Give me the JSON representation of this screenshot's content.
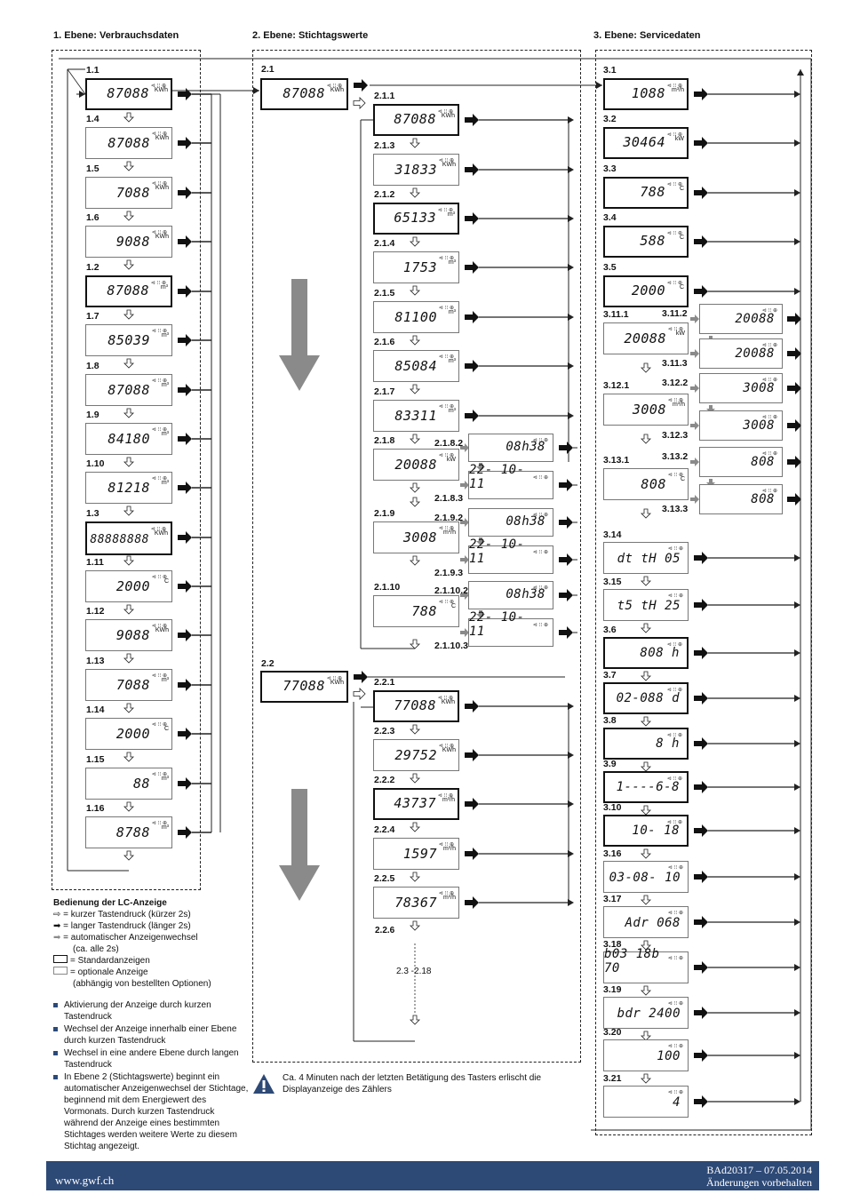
{
  "headers": {
    "level1": "1. Ebene: Verbrauchsdaten",
    "level2": "2. Ebene: Stichtagswerte",
    "level3": "3. Ebene: Servicedaten"
  },
  "level1": [
    {
      "id": "1.1",
      "value": "87088",
      "unit": "KWh",
      "std": true
    },
    {
      "id": "1.4",
      "value": "87088",
      "unit": "KWh",
      "std": false
    },
    {
      "id": "1.5",
      "value": "7088",
      "unit": "KWh",
      "std": false
    },
    {
      "id": "1.6",
      "value": "9088",
      "unit": "KWh",
      "std": false
    },
    {
      "id": "1.2",
      "value": "87088",
      "unit": "m³",
      "std": true
    },
    {
      "id": "1.7",
      "value": "85039",
      "unit": "m³",
      "std": false
    },
    {
      "id": "1.8",
      "value": "87088",
      "unit": "m³",
      "std": false
    },
    {
      "id": "1.9",
      "value": "84180",
      "unit": "m³",
      "std": false
    },
    {
      "id": "1.10",
      "value": "81218",
      "unit": "m³",
      "std": false
    },
    {
      "id": "1.3",
      "value": "88888888",
      "unit": "KWh",
      "std": true
    },
    {
      "id": "1.11",
      "value": "2000",
      "unit": "C",
      "std": false
    },
    {
      "id": "1.12",
      "value": "9088",
      "unit": "KWh",
      "std": false
    },
    {
      "id": "1.13",
      "value": "7088",
      "unit": "m³",
      "std": false
    },
    {
      "id": "1.14",
      "value": "2000",
      "unit": "C",
      "std": false
    },
    {
      "id": "1.15",
      "value": "88",
      "unit": "m³",
      "std": false
    },
    {
      "id": "1.16",
      "value": "8788",
      "unit": "m³",
      "std": false
    }
  ],
  "level2a": {
    "id": "2.1",
    "value": "87088",
    "unit": "KWh"
  },
  "level2a_items": [
    {
      "id": "2.1.1",
      "value": "87088",
      "unit": "KWh",
      "std": true
    },
    {
      "id": "2.1.3",
      "value": "31833",
      "unit": "KWh",
      "std": false
    },
    {
      "id": "2.1.2",
      "value": "65133",
      "unit": "m³",
      "std": true
    },
    {
      "id": "2.1.4",
      "value": "1753",
      "unit": "m³",
      "std": false
    },
    {
      "id": "2.1.5",
      "value": "81100",
      "unit": "m³",
      "std": false
    },
    {
      "id": "2.1.6",
      "value": "85084",
      "unit": "m³",
      "std": false
    },
    {
      "id": "2.1.7",
      "value": "83311",
      "unit": "m³",
      "std": false
    },
    {
      "id": "2.1.8",
      "value": "20088",
      "unit": "kW",
      "std": false
    },
    {
      "id": "2.1.9",
      "value": "3008",
      "unit": "m³/h",
      "std": false
    },
    {
      "id": "2.1.10",
      "value": "788",
      "unit": "C",
      "std": false
    }
  ],
  "level2a_sub": [
    {
      "id": "2.1.8.2",
      "value": "08h38"
    },
    {
      "id": "2.1.8.3",
      "value": "22- 10- 11"
    },
    {
      "id": "2.1.9.2",
      "value": "08h38"
    },
    {
      "id": "2.1.9.3",
      "value": "22- 10- 11"
    },
    {
      "id": "2.1.10.2",
      "value": "08h38"
    },
    {
      "id": "2.1.10.3",
      "value": "22- 10- 11"
    }
  ],
  "level2b": {
    "id": "2.2",
    "value": "77088",
    "unit": "KWh"
  },
  "level2b_items": [
    {
      "id": "2.2.1",
      "value": "77088",
      "unit": "KWh",
      "std": true
    },
    {
      "id": "2.2.3",
      "value": "29752",
      "unit": "KWh",
      "std": false
    },
    {
      "id": "2.2.2",
      "value": "43737",
      "unit": "m³/h",
      "std": true
    },
    {
      "id": "2.2.4",
      "value": "1597",
      "unit": "m³/h",
      "std": false
    },
    {
      "id": "2.2.5",
      "value": "78367",
      "unit": "m³/h",
      "std": false
    }
  ],
  "label_226": "2.2.6",
  "label_range": "2.3 -2.18",
  "level3": [
    {
      "id": "3.1",
      "value": "1088",
      "unit": "m³/h",
      "std": true
    },
    {
      "id": "3.2",
      "value": "30464",
      "unit": "kW",
      "std": true
    },
    {
      "id": "3.3",
      "value": "788",
      "unit": "C",
      "std": true
    },
    {
      "id": "3.4",
      "value": "588",
      "unit": "C",
      "std": true
    },
    {
      "id": "3.5",
      "value": "2000",
      "unit": "C",
      "std": true
    }
  ],
  "level3_mid": [
    {
      "id": "3.11.1",
      "value": "20088",
      "unit": "kW"
    },
    {
      "id": "3.12.1",
      "value": "3008",
      "unit": "m³/h"
    },
    {
      "id": "3.13.1",
      "value": "808",
      "unit": "C"
    }
  ],
  "level3_right": [
    {
      "id": "3.11.2",
      "value": "20088"
    },
    {
      "id": "3.11.3",
      "value": "20088"
    },
    {
      "id": "3.12.2",
      "value": "3008"
    },
    {
      "id": "3.12.3",
      "value": "3008"
    },
    {
      "id": "3.13.2",
      "value": "808"
    },
    {
      "id": "3.13.3",
      "value": "808"
    }
  ],
  "level3_lower": [
    {
      "id": "3.14",
      "value": "dt tH 05",
      "std": false
    },
    {
      "id": "3.15",
      "value": "t5 tH 25",
      "std": false
    },
    {
      "id": "3.6",
      "value": "808 h",
      "std": true
    },
    {
      "id": "3.7",
      "value": "02-088 d",
      "std": true
    },
    {
      "id": "3.8",
      "value": "8 h",
      "std": true
    },
    {
      "id": "3.9",
      "value": "1----6-8",
      "std": true
    },
    {
      "id": "3.10",
      "value": "10- 18",
      "std": true
    },
    {
      "id": "3.16",
      "value": "03-08- 10",
      "std": false
    },
    {
      "id": "3.17",
      "value": "Adr 068",
      "std": false
    },
    {
      "id": "3.18",
      "value": "b03 18b 70",
      "std": false
    },
    {
      "id": "3.19",
      "value": "bdr 2400",
      "std": false
    },
    {
      "id": "3.20",
      "value": "100",
      "std": false
    },
    {
      "id": "3.21",
      "value": "4",
      "std": false
    }
  ],
  "legend": {
    "title": "Bedienung der LC-Anzeige",
    "short": "= kurzer Tastendruck (kürzer 2s)",
    "long": "= langer Tastendruck (länger 2s)",
    "auto": "= automatischer Anzeigenwechsel",
    "auto2": "(ca. alle 2s)",
    "std": "= Standardanzeigen",
    "opt": "= optionale Anzeige",
    "opt2": "(abhängig von bestellten Optionen)"
  },
  "bullets": [
    "Aktivierung der Anzeige durch kurzen Tastendruck",
    "Wechsel der Anzeige innerhalb einer Ebene durch kurzen Tastendruck",
    "Wechsel in eine andere Ebene durch langen Tastendruck",
    "In Ebene 2 (Stichtagswerte) beginnt ein automatischer Anzeigenwechsel der Stichtage, beginnend mit dem Energiewert des Vormonats. Durch kurzen Tastendruck während der Anzeige eines bestimmten Stichtages werden weitere Werte zu diesem Stichtag angezeigt."
  ],
  "note": "Ca. 4 Minuten nach der letzten Betätigung des Tasters erlischt die Displayanzeige des Zählers",
  "footer": {
    "url": "www.gwf.ch",
    "doc": "BAd20317 – 07.05.2014",
    "rights": "Änderungen vorbehalten"
  },
  "colors": {
    "footer": "#2d4976",
    "arrow_grey": "#8a8a8a"
  }
}
